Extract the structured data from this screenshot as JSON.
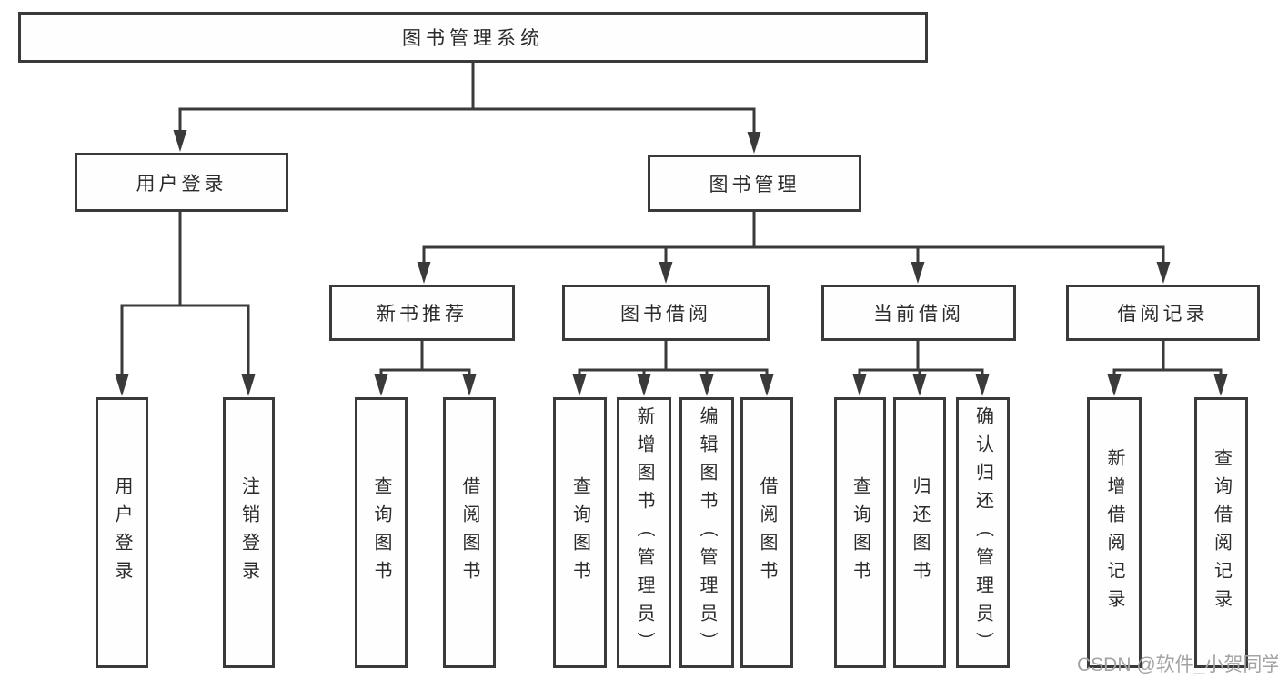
{
  "tree": {
    "root": "图书管理系统",
    "level2": [
      "用户登录",
      "图书管理"
    ],
    "level3": [
      "新书推荐",
      "图书借阅",
      "当前借阅",
      "借阅记录"
    ],
    "leaves": {
      "user_login": [
        "用户登录",
        "注销登录"
      ],
      "new_book_rec": [
        "查询图书",
        "借阅图书"
      ],
      "book_borrow": [
        "查询图书",
        "新增图书（管理员）",
        "编辑图书（管理员）",
        "借阅图书"
      ],
      "current_borrow": [
        "查询图书",
        "归还图书",
        "确认归还（管理员）"
      ],
      "borrow_records": [
        "新增借阅记录",
        "查询借阅记录"
      ]
    }
  },
  "watermark": {
    "text": "CSDN @软件_小贺同学"
  },
  "colors": {
    "background": "#ffffff",
    "box_fill": "#fefefe",
    "box_border": "#3a3a3a",
    "line": "#3a3a3a",
    "text": "#2b2b2b",
    "watermark": "#a3a3a3"
  }
}
